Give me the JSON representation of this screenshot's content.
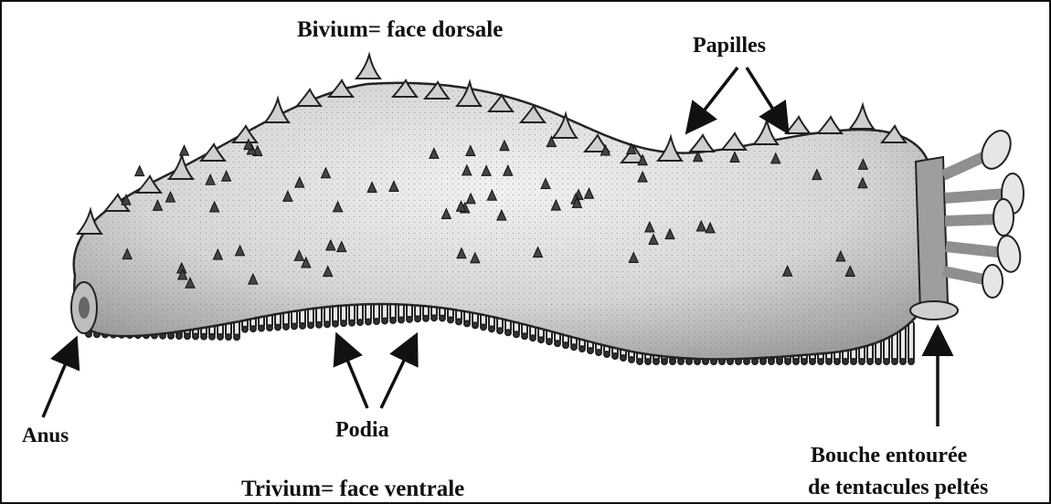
{
  "labels": {
    "dorsal": "Bivium= face dorsale",
    "papillae": "Papilles",
    "anus": "Anus",
    "podia": "Podia",
    "ventral": "Trivium= face ventrale",
    "mouth_line1": "Bouche entourée",
    "mouth_line2": "de tentacules peltés"
  },
  "colors": {
    "ink": "#111111",
    "body_fill": "#dcdcdc",
    "shade": "#8a8a8a",
    "background": "#ffffff"
  }
}
